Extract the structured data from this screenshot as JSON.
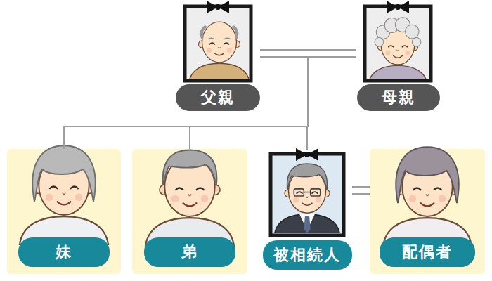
{
  "diagram": {
    "nodes": [
      {
        "text": [
          "父親"
        ]
      },
      {
        "text": [
          "母親"
        ]
      },
      {
        "text": [
          "妹"
        ]
      },
      {
        "text": [
          "弟"
        ]
      },
      {
        "text": [
          "被相続人"
        ]
      },
      {
        "text": [
          "配偶者"
        ]
      }
    ],
    "edges": [
      {
        "from": 0,
        "to": 1,
        "arrow": "none"
      },
      {
        "from": 0,
        "to": 2,
        "arrow": "none"
      },
      {
        "from": 0,
        "to": 3,
        "arrow": "none"
      },
      {
        "from": 0,
        "to": 4,
        "arrow": "none"
      },
      {
        "from": 1,
        "to": 2,
        "arrow": "none"
      },
      {
        "from": 1,
        "to": 3,
        "arrow": "none"
      },
      {
        "from": 1,
        "to": 4,
        "arrow": "none"
      },
      {
        "from": 4,
        "to": 5,
        "arrow": "none"
      }
    ]
  }
}
